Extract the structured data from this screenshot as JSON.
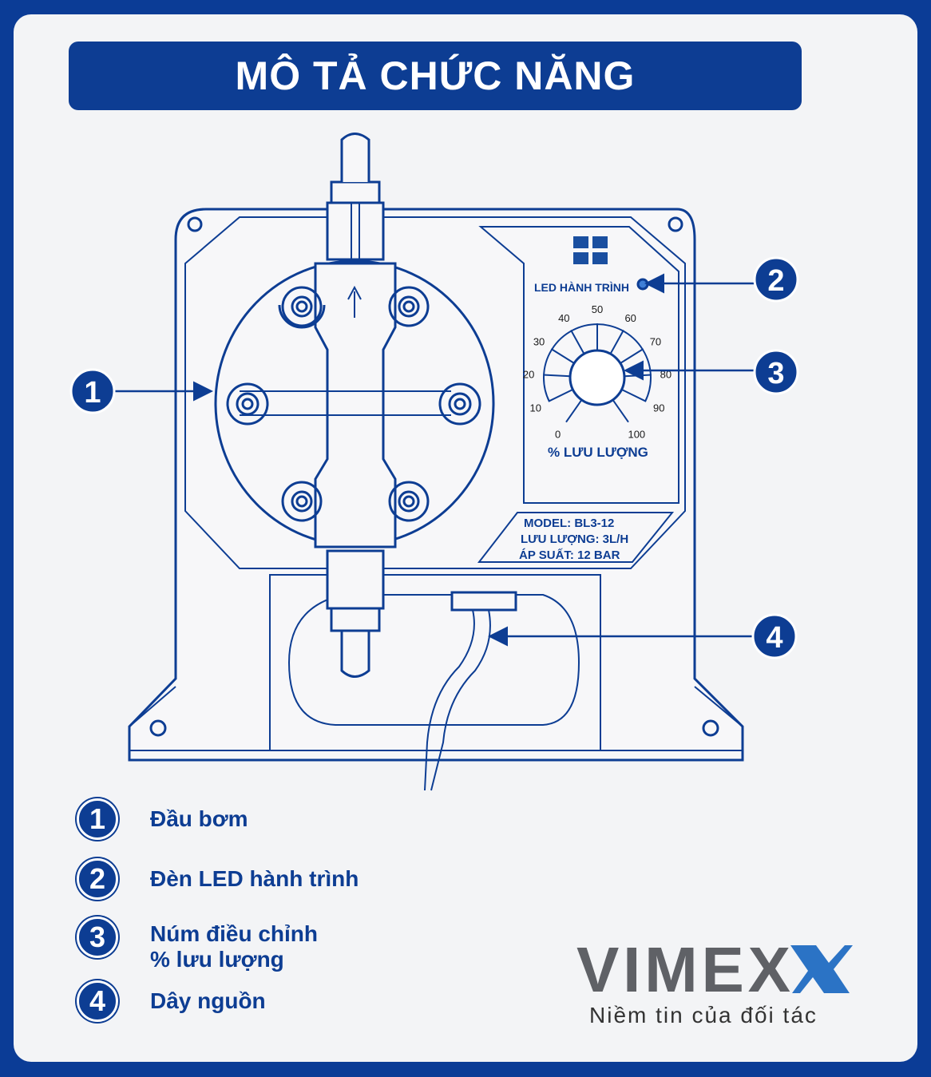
{
  "title": "MÔ TẢ CHỨC NĂNG",
  "diagram": {
    "led_label": "LED HÀNH TRÌNH",
    "dial_ticks": [
      "0",
      "10",
      "20",
      "30",
      "40",
      "50",
      "60",
      "70",
      "80",
      "90",
      "100"
    ],
    "dial_caption": "% LƯU LƯỢNG",
    "plate": {
      "model": "MODEL:  BL3-12",
      "flow": "LƯU LƯỢNG: 3L/H",
      "pressure": "ÁP SUẤT: 12 BAR"
    },
    "callouts": [
      "1",
      "2",
      "3",
      "4"
    ]
  },
  "legend": [
    {
      "num": "1",
      "label": "Đầu bơm"
    },
    {
      "num": "2",
      "label": "Đèn LED hành trình"
    },
    {
      "num": "3",
      "label": "Núm điều chỉnh\n% lưu lượng"
    },
    {
      "num": "4",
      "label": "Dây nguồn"
    }
  ],
  "brand": {
    "name": "VIMEX",
    "tagline": "Niềm tin của đối tác"
  },
  "colors": {
    "primary": "#0d3d93",
    "background": "#0b3c96",
    "card": "#f3f4f6",
    "brand_gray": "#5f6166",
    "brand_blue": "#1565c0"
  }
}
